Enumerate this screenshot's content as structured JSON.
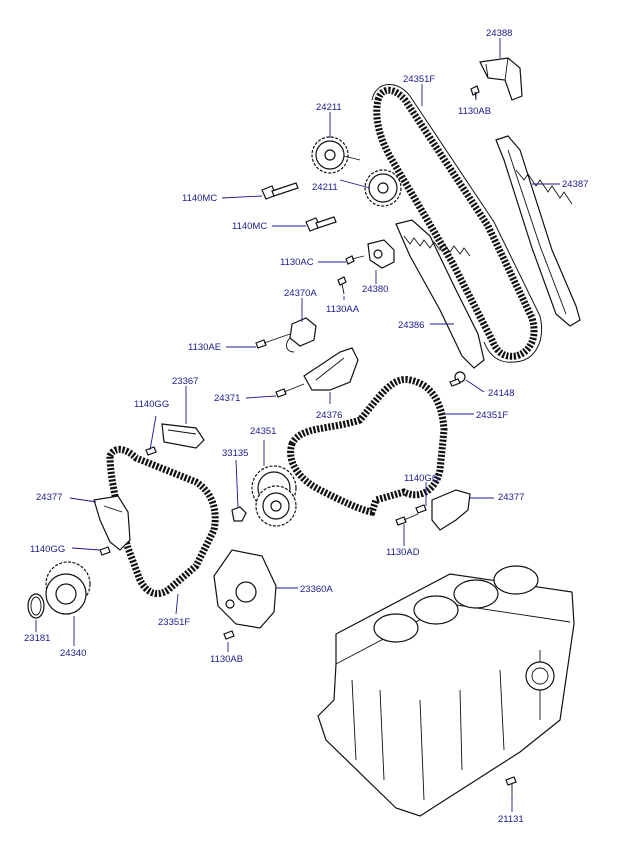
{
  "diagram": {
    "labels": {
      "p24388": "24388",
      "p24351F_top": "24351F",
      "p1130AB_top": "1130AB",
      "p24211_a": "24211",
      "p24211_b": "24211",
      "p24387": "24387",
      "p1140MC_a": "1140MC",
      "p1140MC_b": "1140MC",
      "p1130AC": "1130AC",
      "p24380": "24380",
      "p1130AA": "1130AA",
      "p24370A": "24370A",
      "p24386": "24386",
      "p1130AE": "1130AE",
      "p24148": "24148",
      "p23367": "23367",
      "p24371": "24371",
      "p24376": "24376",
      "p1140GG_a": "1140GG",
      "p24351F_mid": "24351F",
      "p24351": "24351",
      "p33135": "33135",
      "p1140GG_b": "1140GG",
      "p24377_left": "24377",
      "p24377_right": "24377",
      "p1130AD": "1130AD",
      "p1140GG_c": "1140GG",
      "p23360A": "23360A",
      "p23181": "23181",
      "p24340": "24340",
      "p23351F": "23351F",
      "p1130AB_bottom": "1130AB",
      "p21131": "21131"
    }
  }
}
